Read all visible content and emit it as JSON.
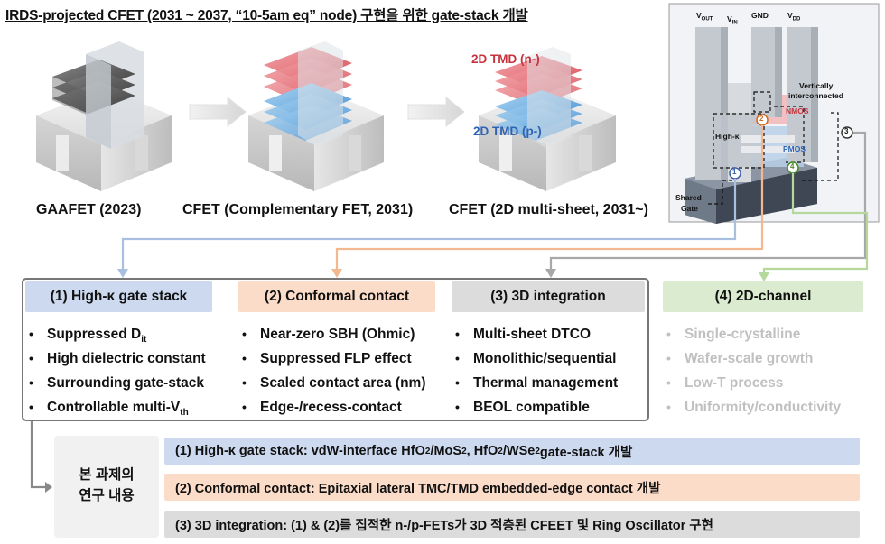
{
  "title": "IRDS-projected CFET (2031 ~ 2037, “10-5am eq” node) 구현을 위한 gate-stack 개발",
  "devices": [
    {
      "caption": "GAAFET (2023)"
    },
    {
      "caption": "CFET (Complementary FET, 2031)"
    },
    {
      "caption": "CFET (2D multi-sheet, 2031~)",
      "label_n": "2D TMD (n-)",
      "label_p": "2D TMD (p-)"
    }
  ],
  "schematic": {
    "vout": "V",
    "vout_sub": "OUT",
    "vin": "V",
    "vin_sub": "IN",
    "gnd": "GND",
    "vdd": "V",
    "vdd_sub": "DD",
    "vertically": "Vertically",
    "interconnected": "interconnected",
    "nmos": "NMOS",
    "pmos": "PMOS",
    "highk": "High-κ",
    "shared": "Shared",
    "gate": "Gate",
    "m1": "1",
    "m2": "2",
    "m3": "3",
    "m4": "4"
  },
  "columns": [
    {
      "header": "(1) High-κ gate stack",
      "items": [
        "Suppressed D",
        "High dielectric constant",
        "Surrounding gate-stack",
        "Controllable multi-V"
      ],
      "sub0": "it",
      "sub3": "th"
    },
    {
      "header": "(2) Conformal contact",
      "items": [
        "Near-zero SBH (Ohmic)",
        "Suppressed FLP effect",
        "Scaled contact area (nm)",
        "Edge-/recess-contact"
      ]
    },
    {
      "header": "(3) 3D integration",
      "items": [
        "Multi-sheet DTCO",
        "Monolithic/sequential",
        "Thermal management",
        "BEOL compatible"
      ]
    },
    {
      "header": "(4) 2D-channel",
      "items": [
        "Single-crystalline",
        "Wafer-scale growth",
        "Low-T process",
        "Uniformity/conductivity"
      ]
    }
  ],
  "research": {
    "label_line1": "본 과제의",
    "label_line2": "연구 내용",
    "bar1": {
      "a": "(1) High-κ gate stack: vdW-interface HfO",
      "s1": "2",
      "b": "/MoS",
      "s2": "2",
      "c": ", HfO",
      "s3": "2",
      "d": "/WSe",
      "s4": "2",
      "e": " gate-stack 개발"
    },
    "bar2": "(2) Conformal contact: Epitaxial lateral TMC/TMD embedded-edge contact 개발",
    "bar3": "(3) 3D integration: (1) & (2)를 집적한 n-/p-FETs가 3D 적층된 CFEET 및 Ring Oscillator 구현"
  },
  "colors": {
    "blue_line": "#a9bfe0",
    "orange_line": "#f4b890",
    "gray_line": "#a8a8a8",
    "green_line": "#b5d89c",
    "blue_fill": "#cdd9ef",
    "orange_fill": "#fbdcc8",
    "gray_fill": "#dcdcdc",
    "green_fill": "#dbebcf"
  }
}
